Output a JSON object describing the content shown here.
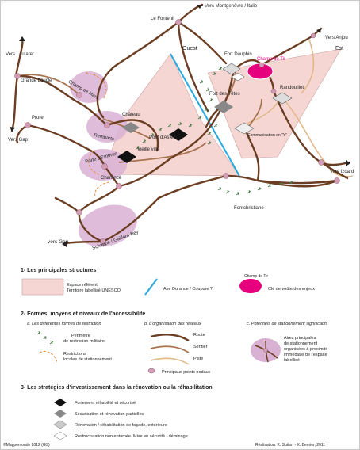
{
  "map": {
    "places": {
      "vers_montgenevre": "Vers Montgenèvre / Italie",
      "le_fontenil": "Le Fontenil",
      "vers_anjou": "Vers Anjou",
      "vers_lautaret": "Vers Lautaret",
      "grande_boucle": "Grande boucle",
      "champ_de_mars": "Champ de Mars",
      "ouest": "Ouest",
      "est": "Est",
      "fort_dauphin": "Fort Dauphin",
      "champ_de_tir": "Champ de Tir",
      "randouillet": "Randouillet",
      "fort_des_tetes": "Fort des Têtes",
      "prorel": "Prorel",
      "vers_gap_left": "Vers Gap",
      "remparts": "Remparts",
      "chateau": "Château",
      "pont_asfeld": "Pont d'Asfeld",
      "vieille_ville": "Vieille ville",
      "communication_y": "Communication en \"Y\"",
      "porte_embrun": "Porte d'Embrun",
      "charance": "Charance",
      "vers_izoard": "Vers Izoard",
      "fontchristiane": "Fontchristiane",
      "vers_gap_bottom": "vers Gap",
      "schappe": "Schappe / Gaillard-Bey"
    },
    "colors": {
      "route": "#6b3d22",
      "sentier": "#a87450",
      "piste": "#e0b88a",
      "unesco_fill": "#f5d6d3",
      "node": "#d39db5",
      "champ_de_tir": "#e6007e",
      "parking": "#d9b2d3",
      "axe": "#27a9e1"
    }
  },
  "legend": {
    "s1_title": "1- Les principales structures",
    "espace_line1": "Espace référent",
    "espace_line2": "Territoire labellisé UNESCO",
    "axe_durance": "Axe Durance / Coupure ?",
    "cle_voute_tag": "Champ de Tir",
    "cle_voute": "Clé de voûte des enjeux",
    "s2_title": "2- Formes, moyens et niveaux de l'accessibilité",
    "a_title": "a. Les différentes formes de restriction",
    "b_title": "b. L'organisation des réseaux",
    "c_title": "c. Potentiels de stationnement significatifs",
    "perimetre_1": "Périmètre",
    "perimetre_2": "de restriction militaire",
    "restrictions_1": "Restrictions",
    "restrictions_2": "locales de stationnement",
    "route": "Route",
    "sentier": "Sentier",
    "piste": "Piste",
    "noeuds": "Principaux points nodaux",
    "parking_1": "Aires principales",
    "parking_2": "de stationnement",
    "parking_3": "organisées à proximité",
    "parking_4": "immédiate de l'espace",
    "parking_5": "labellisé",
    "s3_title": "3- Les stratégies d'investissement dans la rénovation ou la réhabilitation",
    "strat_1": "Fortement réhabilité et sécurisé",
    "strat_2": "Sécurisation et rénovation partielles",
    "strat_3": "Rénovation / réhabilitation de façade, extérieure",
    "strat_4": "Restructuration non entamée. Mise en sécurité / déminage"
  },
  "footer": {
    "copyright": "©Mappemonde 2012 (GS)",
    "credits": "Réalisation: K. Sutton - X. Bernier,  2011"
  }
}
